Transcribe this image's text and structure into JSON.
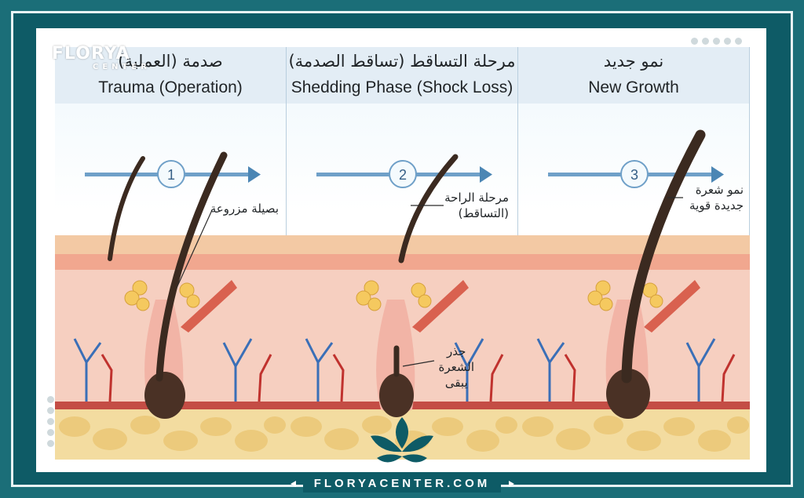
{
  "brand": {
    "name": "FLORYA",
    "sub": "CENTER"
  },
  "footer": {
    "url": "FLORYACENTER.COM"
  },
  "colors": {
    "frame": "#0e5b66",
    "header_bg": "#e3edf5",
    "arrow": "#4b86b4",
    "hair": "#3b2a20",
    "skin_top": "#f3c9a4",
    "dermis": "#f6cfc0",
    "fat": "#f3dca0",
    "artery": "#c0322e",
    "vein": "#3a6fb7"
  },
  "stages": [
    {
      "step": "1",
      "title_ar": "صدمة (العملية)",
      "title_en": "Trauma (Operation)",
      "callouts": [
        {
          "text": "بصيلة مزروعة"
        }
      ]
    },
    {
      "step": "2",
      "title_ar": "مرحلة التساقط (تساقط الصدمة)",
      "title_en": "Shedding Phase (Shock Loss)",
      "callouts": [
        {
          "text": "مرحلة الراحة\n(التساقط)"
        },
        {
          "text": "جذر\nالشعرة\nيبقى"
        }
      ]
    },
    {
      "step": "3",
      "title_ar": "نمو جديد",
      "title_en": "New Growth",
      "callouts": [
        {
          "text": "نمو شعرة\nجديدة قوية"
        }
      ]
    }
  ]
}
